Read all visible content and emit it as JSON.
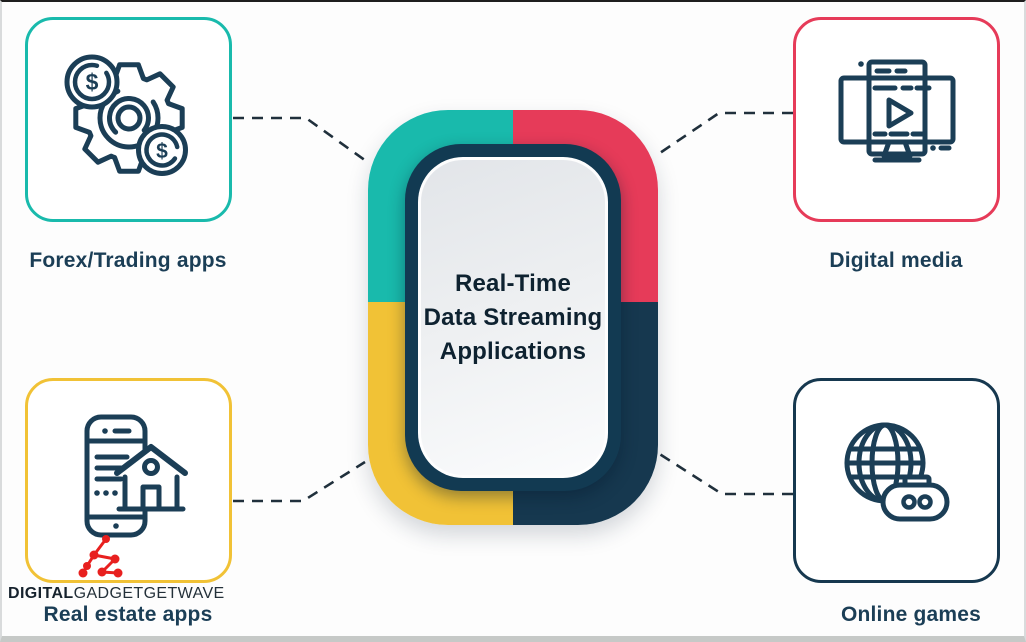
{
  "diagram": {
    "center_title_lines": [
      "Real-Time",
      "Data Streaming",
      "Applications"
    ],
    "colors": {
      "teal": "#19BAAC",
      "red": "#E63B59",
      "yellow": "#F1C236",
      "navy": "#16384F",
      "ring": "#123A52",
      "ink": "#1B3E56",
      "center_text": "#0E2230",
      "connector": "#20303C",
      "background": "#FDFDFD"
    }
  },
  "nodes": [
    {
      "label": "Forex/Trading apps",
      "accent": "#19BAAC",
      "icon": "gears-dollar-coins"
    },
    {
      "label": "Digital media",
      "accent": "#E63B59",
      "icon": "video-monitor"
    },
    {
      "label": "Real estate apps",
      "accent": "#F1C236",
      "icon": "phone-house"
    },
    {
      "label": "Online games",
      "accent": "#16384F",
      "icon": "globe-gamepad"
    }
  ],
  "watermark": {
    "brand_bold": "DIGITAL",
    "brand_rest": "GADGETGETWAVE",
    "logo_color": "#E8201F"
  }
}
